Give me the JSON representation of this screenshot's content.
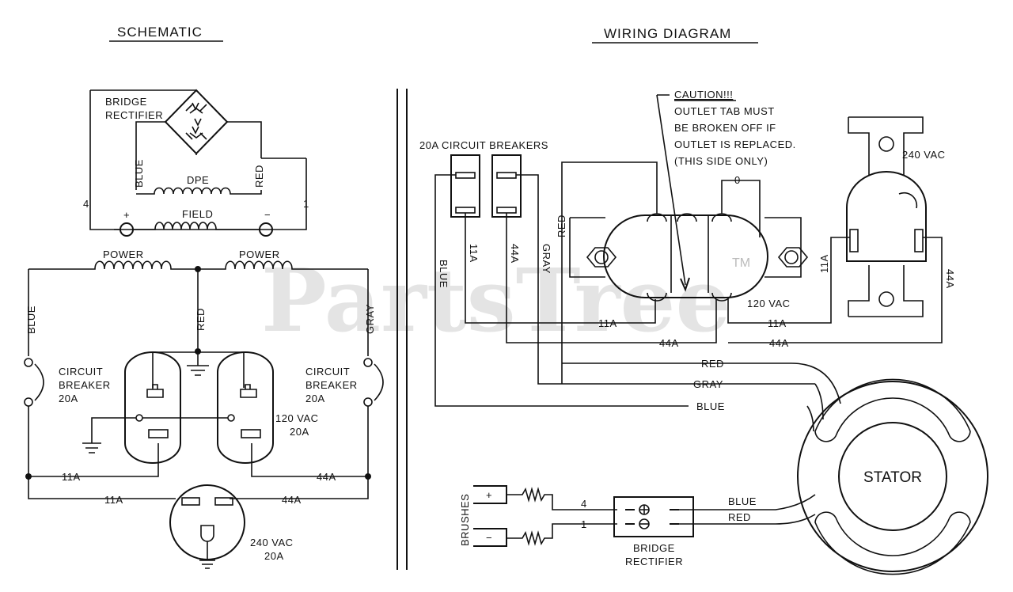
{
  "titles": {
    "schematic": "SCHEMATIC",
    "wiring": "WIRING DIAGRAM"
  },
  "watermark": {
    "text": "PartsTree",
    "tm": "TM"
  },
  "schematic": {
    "bridge_rectifier_1": "BRIDGE",
    "bridge_rectifier_2": "RECTIFIER",
    "blue": "BLUE",
    "red": "RED",
    "dpe": "DPE",
    "field": "FIELD",
    "plus": "+",
    "minus": "−",
    "four": "4",
    "one": "1",
    "power_left": "POWER",
    "power_right": "POWER",
    "blue_line": "BLUE",
    "red_center": "RED",
    "gray_line": "GRAY",
    "cb_left_1": "CIRCUIT",
    "cb_left_2": "BREAKER",
    "cb_left_3": "20A",
    "cb_right_1": "CIRCUIT",
    "cb_right_2": "BREAKER",
    "cb_right_3": "20A",
    "vac120_1": "120 VAC",
    "vac120_2": "20A",
    "w11a_a": "11A",
    "w44a_a": "44A",
    "w11a_b": "11A",
    "w44a_b": "44A",
    "vac240_1": "240 VAC",
    "vac240_2": "20A"
  },
  "wiring": {
    "caution": "CAUTION!!!",
    "caution_l2": "OUTLET TAB MUST",
    "caution_l3": "BE BROKEN OFF IF",
    "caution_l4": "OUTLET IS REPLACED.",
    "caution_l5": "(THIS SIDE ONLY)",
    "cb_title": "20A CIRCUIT BREAKERS",
    "blue_v": "BLUE",
    "w11a_v": "11A",
    "w44a_v": "44A",
    "gray_v": "GRAY",
    "red_v": "RED",
    "zero": "0",
    "vac120": "120 VAC",
    "vac240": "240 VAC",
    "w11a_right": "11A",
    "w44a_right": "44A",
    "w11a_h1": "11A",
    "w11a_h2": "11A",
    "w44a_h1": "44A",
    "w44a_h2": "44A",
    "red_h": "RED",
    "gray_h": "GRAY",
    "blue_h": "BLUE",
    "stator": "STATOR",
    "brushes": "BRUSHES",
    "plus": "+",
    "minus": "−",
    "four": "4",
    "one": "1",
    "blue_out": "BLUE",
    "red_out": "RED",
    "bridge_1": "BRIDGE",
    "bridge_2": "RECTIFIER"
  }
}
